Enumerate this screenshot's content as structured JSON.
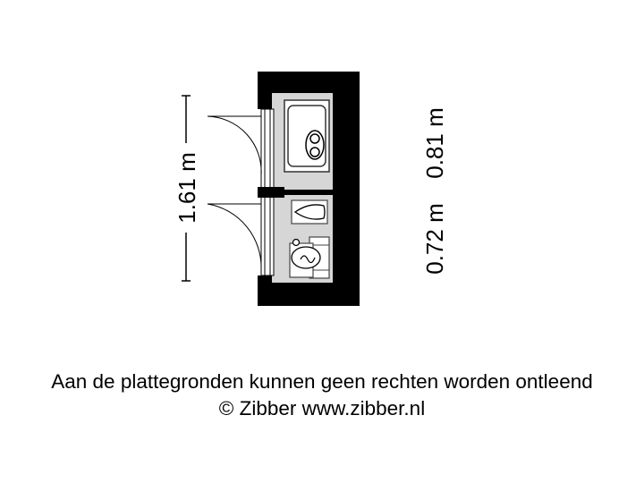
{
  "floorplan": {
    "dimensions": {
      "height_left": "1.61 m",
      "width_room_a": "0.72 m",
      "width_room_b": "0.81 m"
    }
  },
  "footer": {
    "disclaimer": "Aan de plattegronden kunnen geen rechten worden ontleend",
    "copyright": "© Zibber www.zibber.nl"
  },
  "colors": {
    "wall": "#000000",
    "floor": "#d6d6d6",
    "fixture": "#ffffff"
  }
}
